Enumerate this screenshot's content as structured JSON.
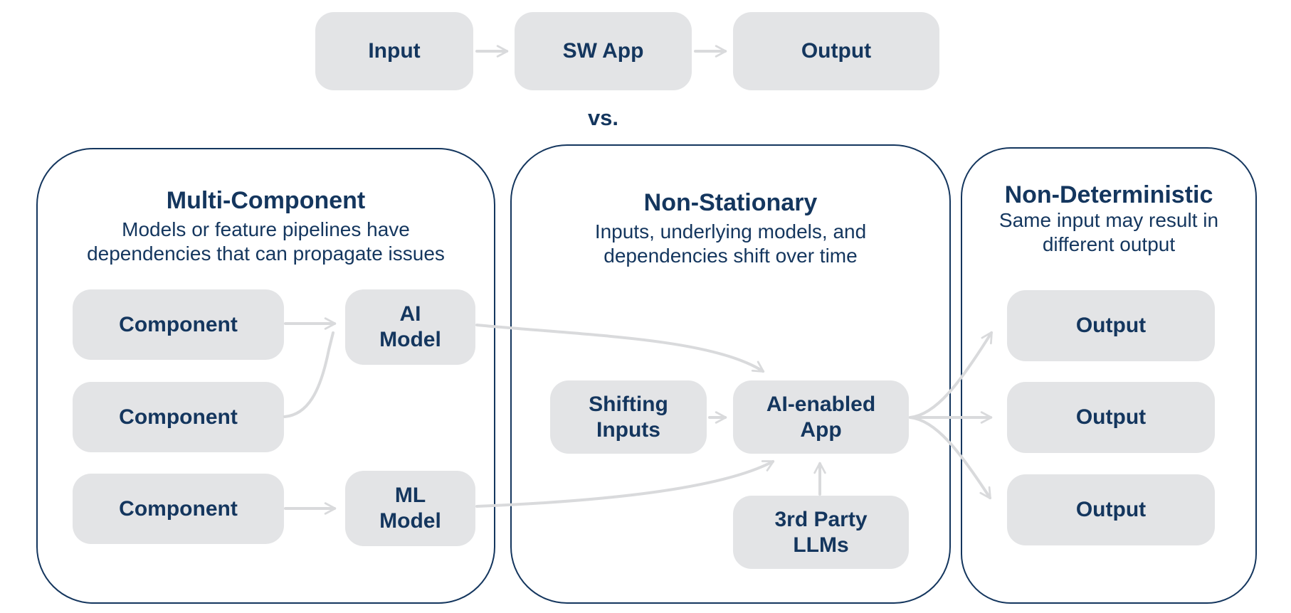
{
  "colors": {
    "navy": "#14365e",
    "box_gray": "#e3e4e6",
    "arrow_gray": "#d9dadc",
    "background": "#ffffff"
  },
  "top_flow": {
    "vs_label": "vs.",
    "nodes": [
      {
        "label": "Input"
      },
      {
        "label": "SW App"
      },
      {
        "label": "Output"
      }
    ]
  },
  "panels": [
    {
      "title": "Multi-Component",
      "subtitle_line1": "Models or feature pipelines have",
      "subtitle_line2": "dependencies that can propagate issues",
      "nodes": [
        {
          "line1": "Component"
        },
        {
          "line1": "Component"
        },
        {
          "line1": "Component"
        },
        {
          "line1": "AI",
          "line2": "Model"
        },
        {
          "line1": "ML",
          "line2": "Model"
        }
      ]
    },
    {
      "title": "Non-Stationary",
      "subtitle_line1": "Inputs, underlying models, and",
      "subtitle_line2": "dependencies shift over time",
      "nodes": [
        {
          "line1": "Shifting",
          "line2": "Inputs"
        },
        {
          "line1": "AI-enabled",
          "line2": "App"
        },
        {
          "line1": "3rd Party",
          "line2": "LLMs"
        }
      ]
    },
    {
      "title": "Non-Deterministic",
      "subtitle_line1": "Same input may result in",
      "subtitle_line2": "different output",
      "nodes": [
        {
          "line1": "Output"
        },
        {
          "line1": "Output"
        },
        {
          "line1": "Output"
        }
      ]
    }
  ]
}
